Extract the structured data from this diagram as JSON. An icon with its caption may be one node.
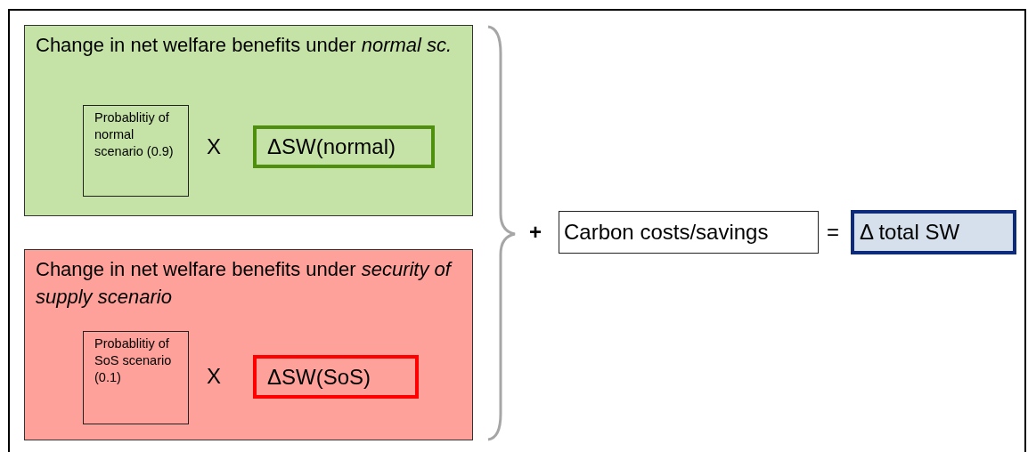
{
  "diagram": {
    "nodes": [
      {
        "text": [
          "Change in net welfare benefits under *normal sc.*"
        ]
      },
      {
        "text": [
          "Probablitiy of normal scenario (0.9)"
        ],
        "in": 0
      },
      {
        "text": [
          "ΔSW(normal)"
        ],
        "in": 0
      },
      {
        "text": [
          "Change in net welfare benefits under *security of supply scenario*"
        ]
      },
      {
        "text": [
          "Probablitiy of SoS scenario (0.1)"
        ],
        "in": 3
      },
      {
        "text": [
          "ΔSW(SoS)"
        ],
        "in": 3
      },
      {
        "text": [
          "Carbon costs/savings"
        ]
      },
      {
        "text": [
          "Δ total SW"
        ]
      }
    ],
    "labels": [
      "X",
      "X",
      "+",
      "="
    ]
  }
}
